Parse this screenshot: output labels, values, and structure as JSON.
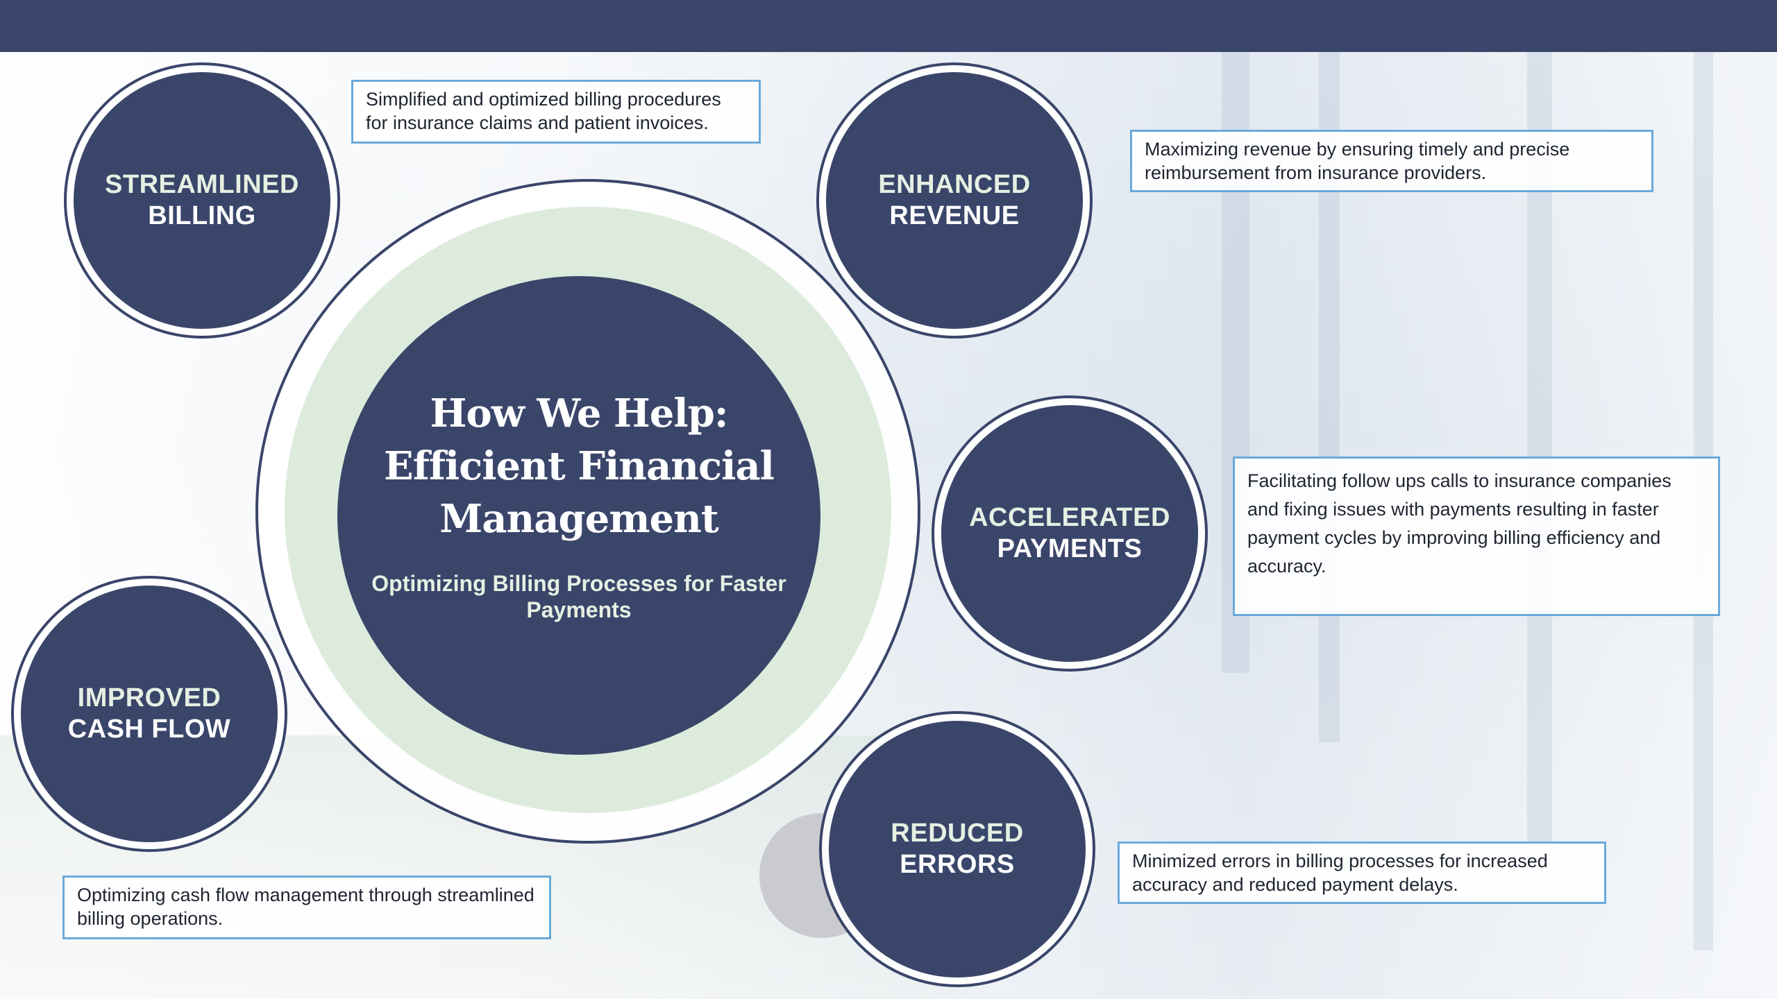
{
  "center": {
    "title": "How We Help: Efficient Financial Management",
    "subtitle": "Optimizing Billing Processes for Faster Payments"
  },
  "nodes": [
    {
      "id": "streamlined",
      "line1": "STREAMLINED",
      "line2": "BILLING",
      "description": "Simplified and optimized billing procedures for insurance claims and patient invoices."
    },
    {
      "id": "revenue",
      "line1": "ENHANCED",
      "line2": "REVENUE",
      "description": "Maximizing revenue by ensuring timely and precise reimbursement from insurance providers."
    },
    {
      "id": "payments",
      "line1": "ACCELERATED",
      "line2": "PAYMENTS",
      "description": "Facilitating follow ups  calls to insurance companies and fixing issues with payments resulting in  faster payment cycles by improving billing efficiency and accuracy."
    },
    {
      "id": "cashflow",
      "line1": "IMPROVED",
      "line2": "CASH FLOW",
      "description": "Optimizing cash flow management through streamlined billing operations."
    },
    {
      "id": "errors",
      "line1": "REDUCED",
      "line2": "ERRORS",
      "description": "Minimized errors in billing processes for increased accuracy and reduced payment delays."
    }
  ],
  "colors": {
    "navy": "#3a456a",
    "mint_text": "#e5f0e3",
    "green_ring": "#dcebdc",
    "box_border": "#6aa9da"
  }
}
